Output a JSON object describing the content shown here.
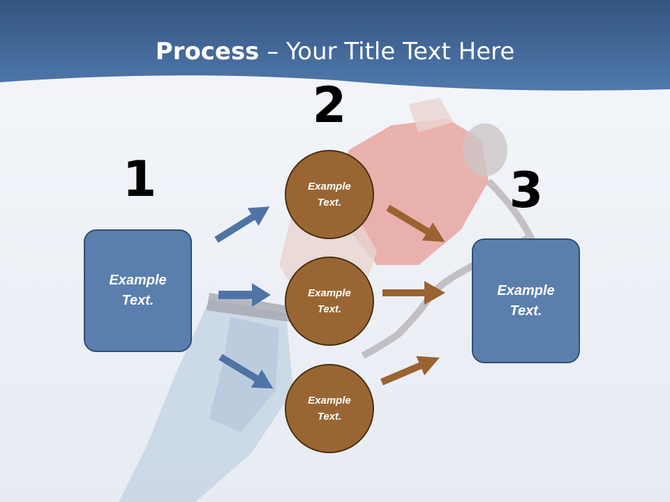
{
  "title": {
    "bold": "Process",
    "rest": " – Your Title Text Here"
  },
  "steps": {
    "one": "1",
    "two": "2",
    "three": "3"
  },
  "boxes": {
    "left": "Example Text.",
    "right": "Example Text."
  },
  "circles": [
    "Example Text.",
    "Example Text.",
    "Example Text."
  ],
  "colors": {
    "header": "#3d6494",
    "box_fill": "#5a7fad",
    "circle_fill": "#996633",
    "blue_arrow": "#4f73a5",
    "brown_arrow": "#9a6330"
  }
}
